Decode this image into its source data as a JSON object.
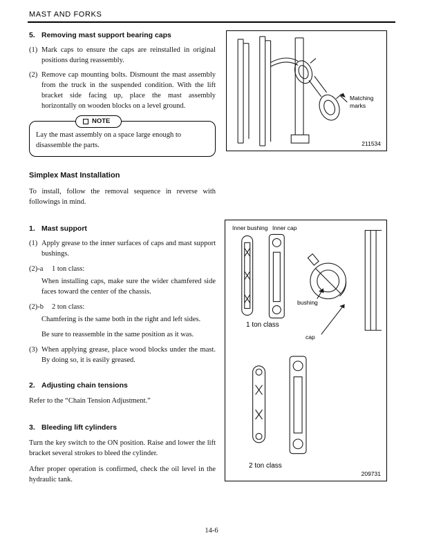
{
  "header": {
    "title": "MAST AND FORKS"
  },
  "page_number": "14-6",
  "left": {
    "s5": {
      "num": "5.",
      "title": "Removing mast support bearing caps",
      "items": [
        {
          "marker": "(1)",
          "text": "Mark caps to ensure the caps are reinstalled in original positions during reassembly."
        },
        {
          "marker": "(2)",
          "text": "Remove cap mounting bolts.  Dismount the mast assembly from the truck in the suspended condition. With the lift bracket side facing up, place the mast assembly horizontally on wooden blocks on a level ground."
        }
      ]
    },
    "note": {
      "label": "NOTE",
      "text": "Lay the mast assembly on a space large enough to disassemble the parts."
    },
    "simplex": {
      "title": "Simplex Mast Installation",
      "intro": "To install, follow the removal sequence in reverse with followings in mind."
    },
    "s1": {
      "num": "1.",
      "title": "Mast support",
      "item1_marker": "(1)",
      "item1_text": "Apply grease to the inner surfaces of caps and mast support bushings.",
      "item2a_marker": "(2)-a",
      "item2a_title": "1 ton class:",
      "item2a_text": "When installing caps, make sure the wider chamfered side faces toward the center of the chassis.",
      "item2b_marker": "(2)-b",
      "item2b_title": "2 ton class:",
      "item2b_text": "Chamfering is the same both in the right and left sides.",
      "item2b_text2": "Be sure to reassemble in the same position as it was.",
      "item3_marker": "(3)",
      "item3_text": "When applying grease, place wood blocks under the mast.  By doing so, it is easily greased."
    },
    "s2": {
      "num": "2.",
      "title": "Adjusting chain tensions",
      "text": "Refer to the “Chain Tension Adjustment.”"
    },
    "s3": {
      "num": "3.",
      "title": "Bleeding lift cylinders",
      "text1": "Turn the key switch to the ON position.  Raise and lower the lift bracket several strokes to bleed the cylinder.",
      "text2": "After proper operation is confirmed, check the oil level in the hydraulic tank."
    }
  },
  "figures": {
    "fig1": {
      "matching_label": "Matching\nmarks",
      "number": "211534"
    },
    "fig2": {
      "inner_bushing": "Inner bushing",
      "inner_cap": "Inner cap",
      "bushing": "bushing",
      "cap": "cap",
      "one_ton": "1 ton class",
      "two_ton": "2 ton class",
      "number": "209731"
    }
  }
}
